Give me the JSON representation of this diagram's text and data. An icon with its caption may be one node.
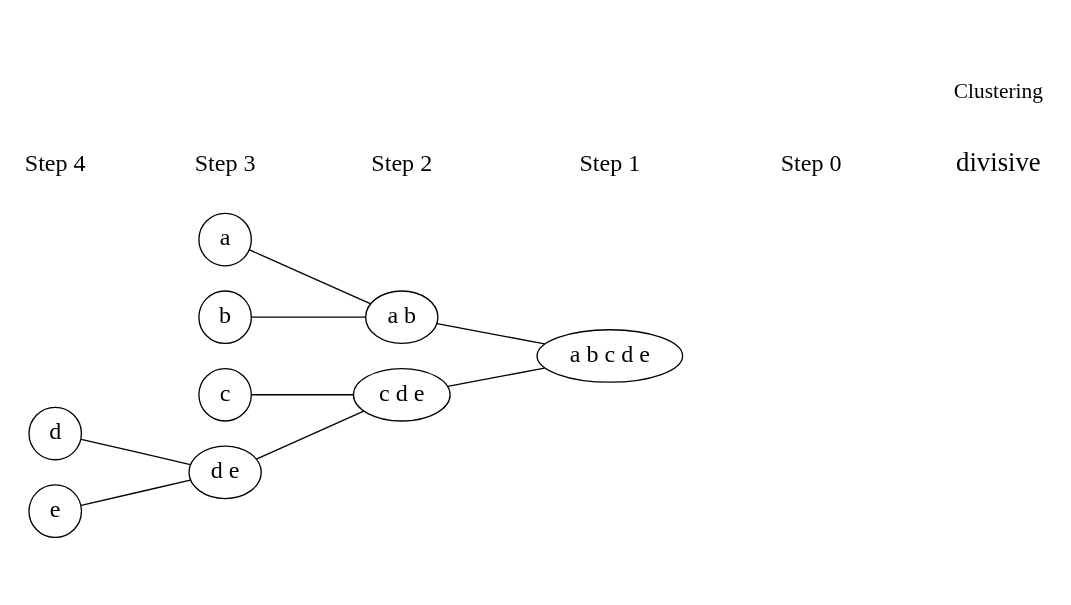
{
  "diagram": {
    "nodes": [
      {
        "text": [
          "a"
        ]
      },
      {
        "text": [
          "b"
        ]
      },
      {
        "text": [
          "c"
        ]
      },
      {
        "text": [
          "d"
        ]
      },
      {
        "text": [
          "e"
        ]
      },
      {
        "text": [
          "a b"
        ]
      },
      {
        "text": [
          "a b c d e"
        ]
      },
      {
        "text": [
          "c d e"
        ]
      },
      {
        "text": [
          "d e"
        ]
      }
    ],
    "edges": [
      {
        "from": 0,
        "to": 5,
        "arrow": "none"
      },
      {
        "from": 1,
        "to": 5,
        "arrow": "none"
      },
      {
        "from": 5,
        "to": 6,
        "arrow": "none"
      },
      {
        "from": 2,
        "to": 7,
        "arrow": "none"
      },
      {
        "from": 7,
        "to": 6,
        "arrow": "none"
      },
      {
        "from": 3,
        "to": 8,
        "arrow": "none"
      },
      {
        "from": 4,
        "to": 8,
        "arrow": "none"
      },
      {
        "from": 8,
        "to": 7,
        "arrow": "none"
      }
    ],
    "labels": [
      "divisive",
      "Clustering",
      "Step 4",
      "Step 3",
      "Step 2",
      "Step 1",
      "Step 0"
    ]
  }
}
